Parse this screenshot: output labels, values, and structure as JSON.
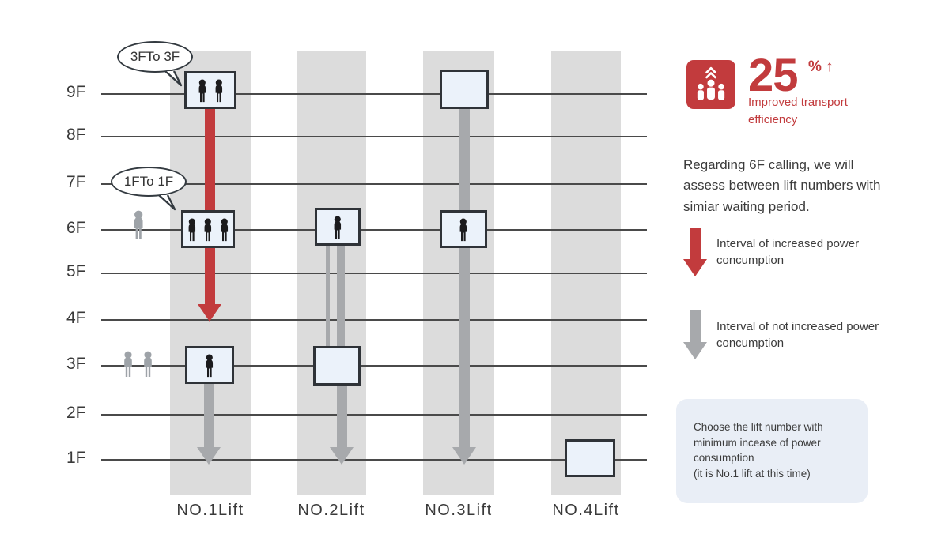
{
  "floors": [
    {
      "label": "9F"
    },
    {
      "label": "8F"
    },
    {
      "label": "7F"
    },
    {
      "label": "6F"
    },
    {
      "label": "5F"
    },
    {
      "label": "4F"
    },
    {
      "label": "3F"
    },
    {
      "label": "2F"
    },
    {
      "label": "1F"
    }
  ],
  "lifts": [
    {
      "label": "NO.1Lift"
    },
    {
      "label": "NO.2Lift"
    },
    {
      "label": "NO.3Lift"
    },
    {
      "label": "NO.4Lift"
    }
  ],
  "callouts": [
    {
      "text": "3FTo 3F"
    },
    {
      "text": "1FTo 1F"
    }
  ],
  "stat": {
    "value": "25",
    "unit": "% ↑",
    "caption": "Improved transport efficiency"
  },
  "note": "Regarding 6F calling, we will assess between lift numbers with simiar waiting period.",
  "legend": [
    {
      "label": "Interval of increased power concumption",
      "color": "#c23b3d"
    },
    {
      "label": "Interval of not increased power concumption",
      "color": "#a7a9ac"
    }
  ],
  "tip": {
    "line1": "Choose the lift number with minimum incease of power consumption",
    "line2": "(it is No.1 lift at this time)"
  },
  "colors": {
    "accent_red": "#c23b3d",
    "arrow_gray": "#a7a9ac",
    "shaft_band": "#dcdcdc",
    "car_fill": "#ebf2fa",
    "car_border": "#2f3338",
    "tip_bg": "#e9eef6"
  }
}
